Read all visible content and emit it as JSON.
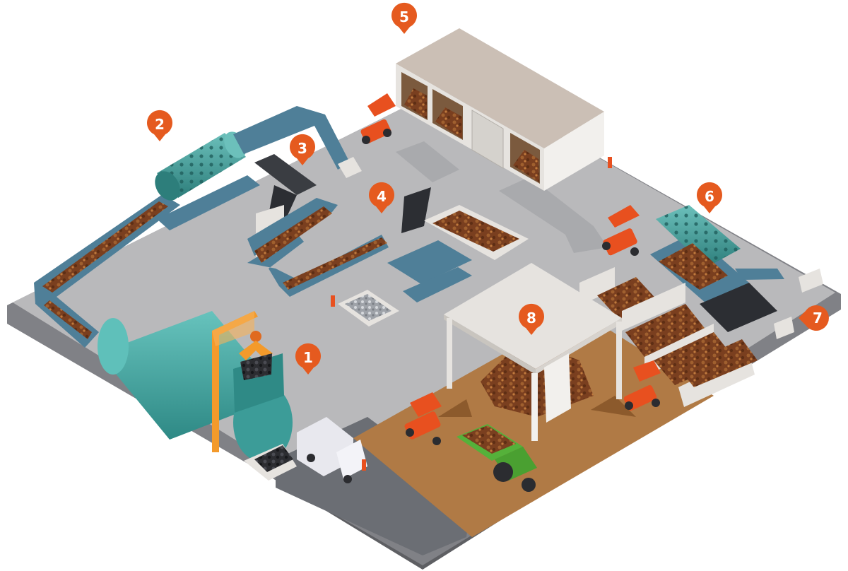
{
  "colors": {
    "platform_top": "#b9b9bb",
    "platform_edge": "#7a7b7f",
    "platform_shadow": "#5e5f63",
    "belt": "#4f7f98",
    "belt_dark": "#3b6277",
    "drum": "#4fa6a4",
    "drum_dark": "#2f7f7e",
    "debris": "#8a4f2a",
    "marker": "#e55a1f",
    "machine": "#e8501f",
    "compost_floor": "#b07a45",
    "building": "#e6e3df",
    "building_roof": "#cbbfb5",
    "tank": "#4fb0ac",
    "crane": "#f39a2b",
    "tractor": "#55b13a",
    "truck": "#e8e8ee",
    "road": "#6b6e74"
  },
  "markers": [
    {
      "id": "marker-1",
      "label": "1"
    },
    {
      "id": "marker-2",
      "label": "2"
    },
    {
      "id": "marker-3",
      "label": "3"
    },
    {
      "id": "marker-4",
      "label": "4"
    },
    {
      "id": "marker-5",
      "label": "5"
    },
    {
      "id": "marker-6",
      "label": "6"
    },
    {
      "id": "marker-7",
      "label": "7"
    },
    {
      "id": "marker-8",
      "label": "8"
    }
  ]
}
